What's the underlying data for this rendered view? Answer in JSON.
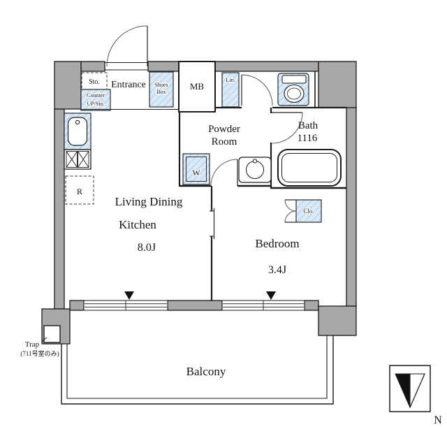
{
  "labels": {
    "sto": "Sto.",
    "counter": "Counter",
    "up_sto": "UP/Sto.",
    "entrance": "Entrance",
    "shoes_line1": "Shoes",
    "shoes_line2": "Box",
    "mb": "MB",
    "lin": "Lin.",
    "powder_line1": "Powder",
    "powder_line2": "Room",
    "bath_line1": "Bath",
    "bath_line2": "1116",
    "washer": "W",
    "fridge": "R",
    "closet": "Clo.",
    "ldk_line1": "Living Dining",
    "ldk_line2": "Kitchen",
    "ldk_area": "8.0J",
    "bedroom": "Bedroom",
    "bedroom_area": "3.4J",
    "balcony": "Balcony",
    "trap_line1": "Trap",
    "trap_line2": "(711号室のみ)",
    "north": "N"
  },
  "colors": {
    "wall_fill": "#a8a8a8",
    "hatch_fill": "#d9e9f8",
    "hatch_line": "#8fb4d8",
    "line": "#1a1a1a"
  }
}
